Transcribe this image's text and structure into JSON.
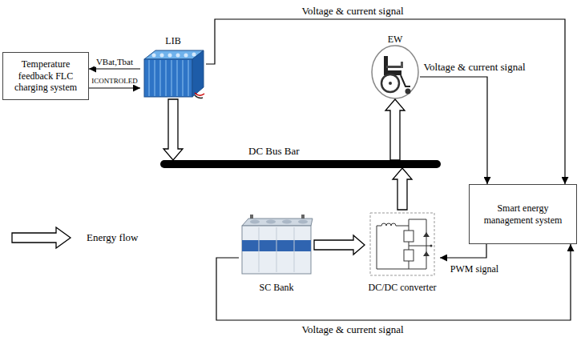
{
  "diagram": {
    "nodes": [
      {
        "text": [
          "Temperature feedback FLC charging system"
        ]
      },
      {
        "text": [
          "LIB"
        ]
      },
      {
        "text": [
          "EW"
        ]
      },
      {
        "text": [
          "DC Bus Bar"
        ]
      },
      {
        "text": [
          "Smart energy management system"
        ]
      },
      {
        "text": [
          "SC Bank"
        ]
      },
      {
        "text": [
          "DC/DC converter"
        ]
      }
    ],
    "edges": [
      {
        "from": 1,
        "to": 0,
        "label": "VBat,Tbat",
        "arrow": "to"
      },
      {
        "from": 0,
        "to": 1,
        "label": "ICONTROLED",
        "arrow": "to"
      },
      {
        "from": 1,
        "to": 3,
        "arrow": "to"
      },
      {
        "from": 3,
        "to": 2,
        "arrow": "to"
      },
      {
        "from": 5,
        "to": 6,
        "arrow": "to"
      },
      {
        "from": 6,
        "to": 3,
        "arrow": "to"
      },
      {
        "from": 1,
        "to": 4,
        "label": "Voltage & current signal",
        "arrow": "to"
      },
      {
        "from": 2,
        "to": 4,
        "label": "Voltage & current signal",
        "arrow": "to"
      },
      {
        "from": 4,
        "to": 6,
        "label": "PWM signal",
        "arrow": "to"
      },
      {
        "from": 5,
        "to": 4,
        "label": "Voltage & current signal",
        "arrow": "to"
      }
    ],
    "legend": [
      {
        "text": "Energy flow"
      }
    ]
  }
}
